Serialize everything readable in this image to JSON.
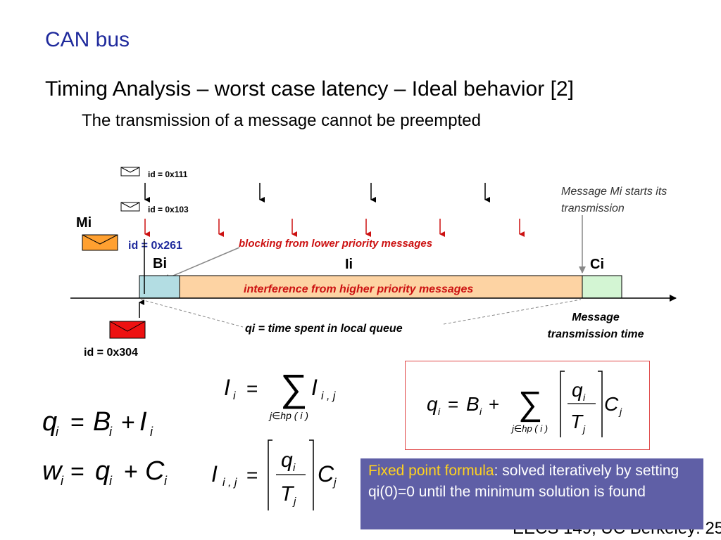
{
  "slide": {
    "title": "CAN bus",
    "heading": "Timing Analysis – worst case latency – Ideal behavior [2]",
    "subheading": "The transmission of a message cannot be preempted",
    "footer": "EECS 149, UC Berkeley: 25"
  },
  "diagram": {
    "ids": {
      "top1": "id = 0x111",
      "top2": "id = 0x103",
      "mi": "id = 0x261",
      "bottom": "id = 0x304"
    },
    "labels": {
      "mi": "Mi",
      "bi": "Bi",
      "ii": "Ii",
      "ci": "Ci",
      "blocking": "blocking from lower priority messages",
      "interference": "interference from higher priority messages",
      "queue": "qi = time spent in local queue",
      "starts_line1": "Message Mi starts its",
      "starts_line2": "transmission",
      "trans_line1": "Message",
      "trans_line2": "transmission time"
    },
    "colors": {
      "bi_block": "#b3dde3",
      "ii_block": "#fdd3a3",
      "ci_block": "#d3f5d3",
      "red": "#cc1111",
      "mi_envelope": "#ffa030",
      "bottom_envelope": "#ee1111",
      "title_blue": "#1f2a9c"
    }
  },
  "callout": {
    "highlight": "Fixed point formula",
    "text": ": solved iteratively by setting qi(0)=0 until the minimum solution is found"
  }
}
